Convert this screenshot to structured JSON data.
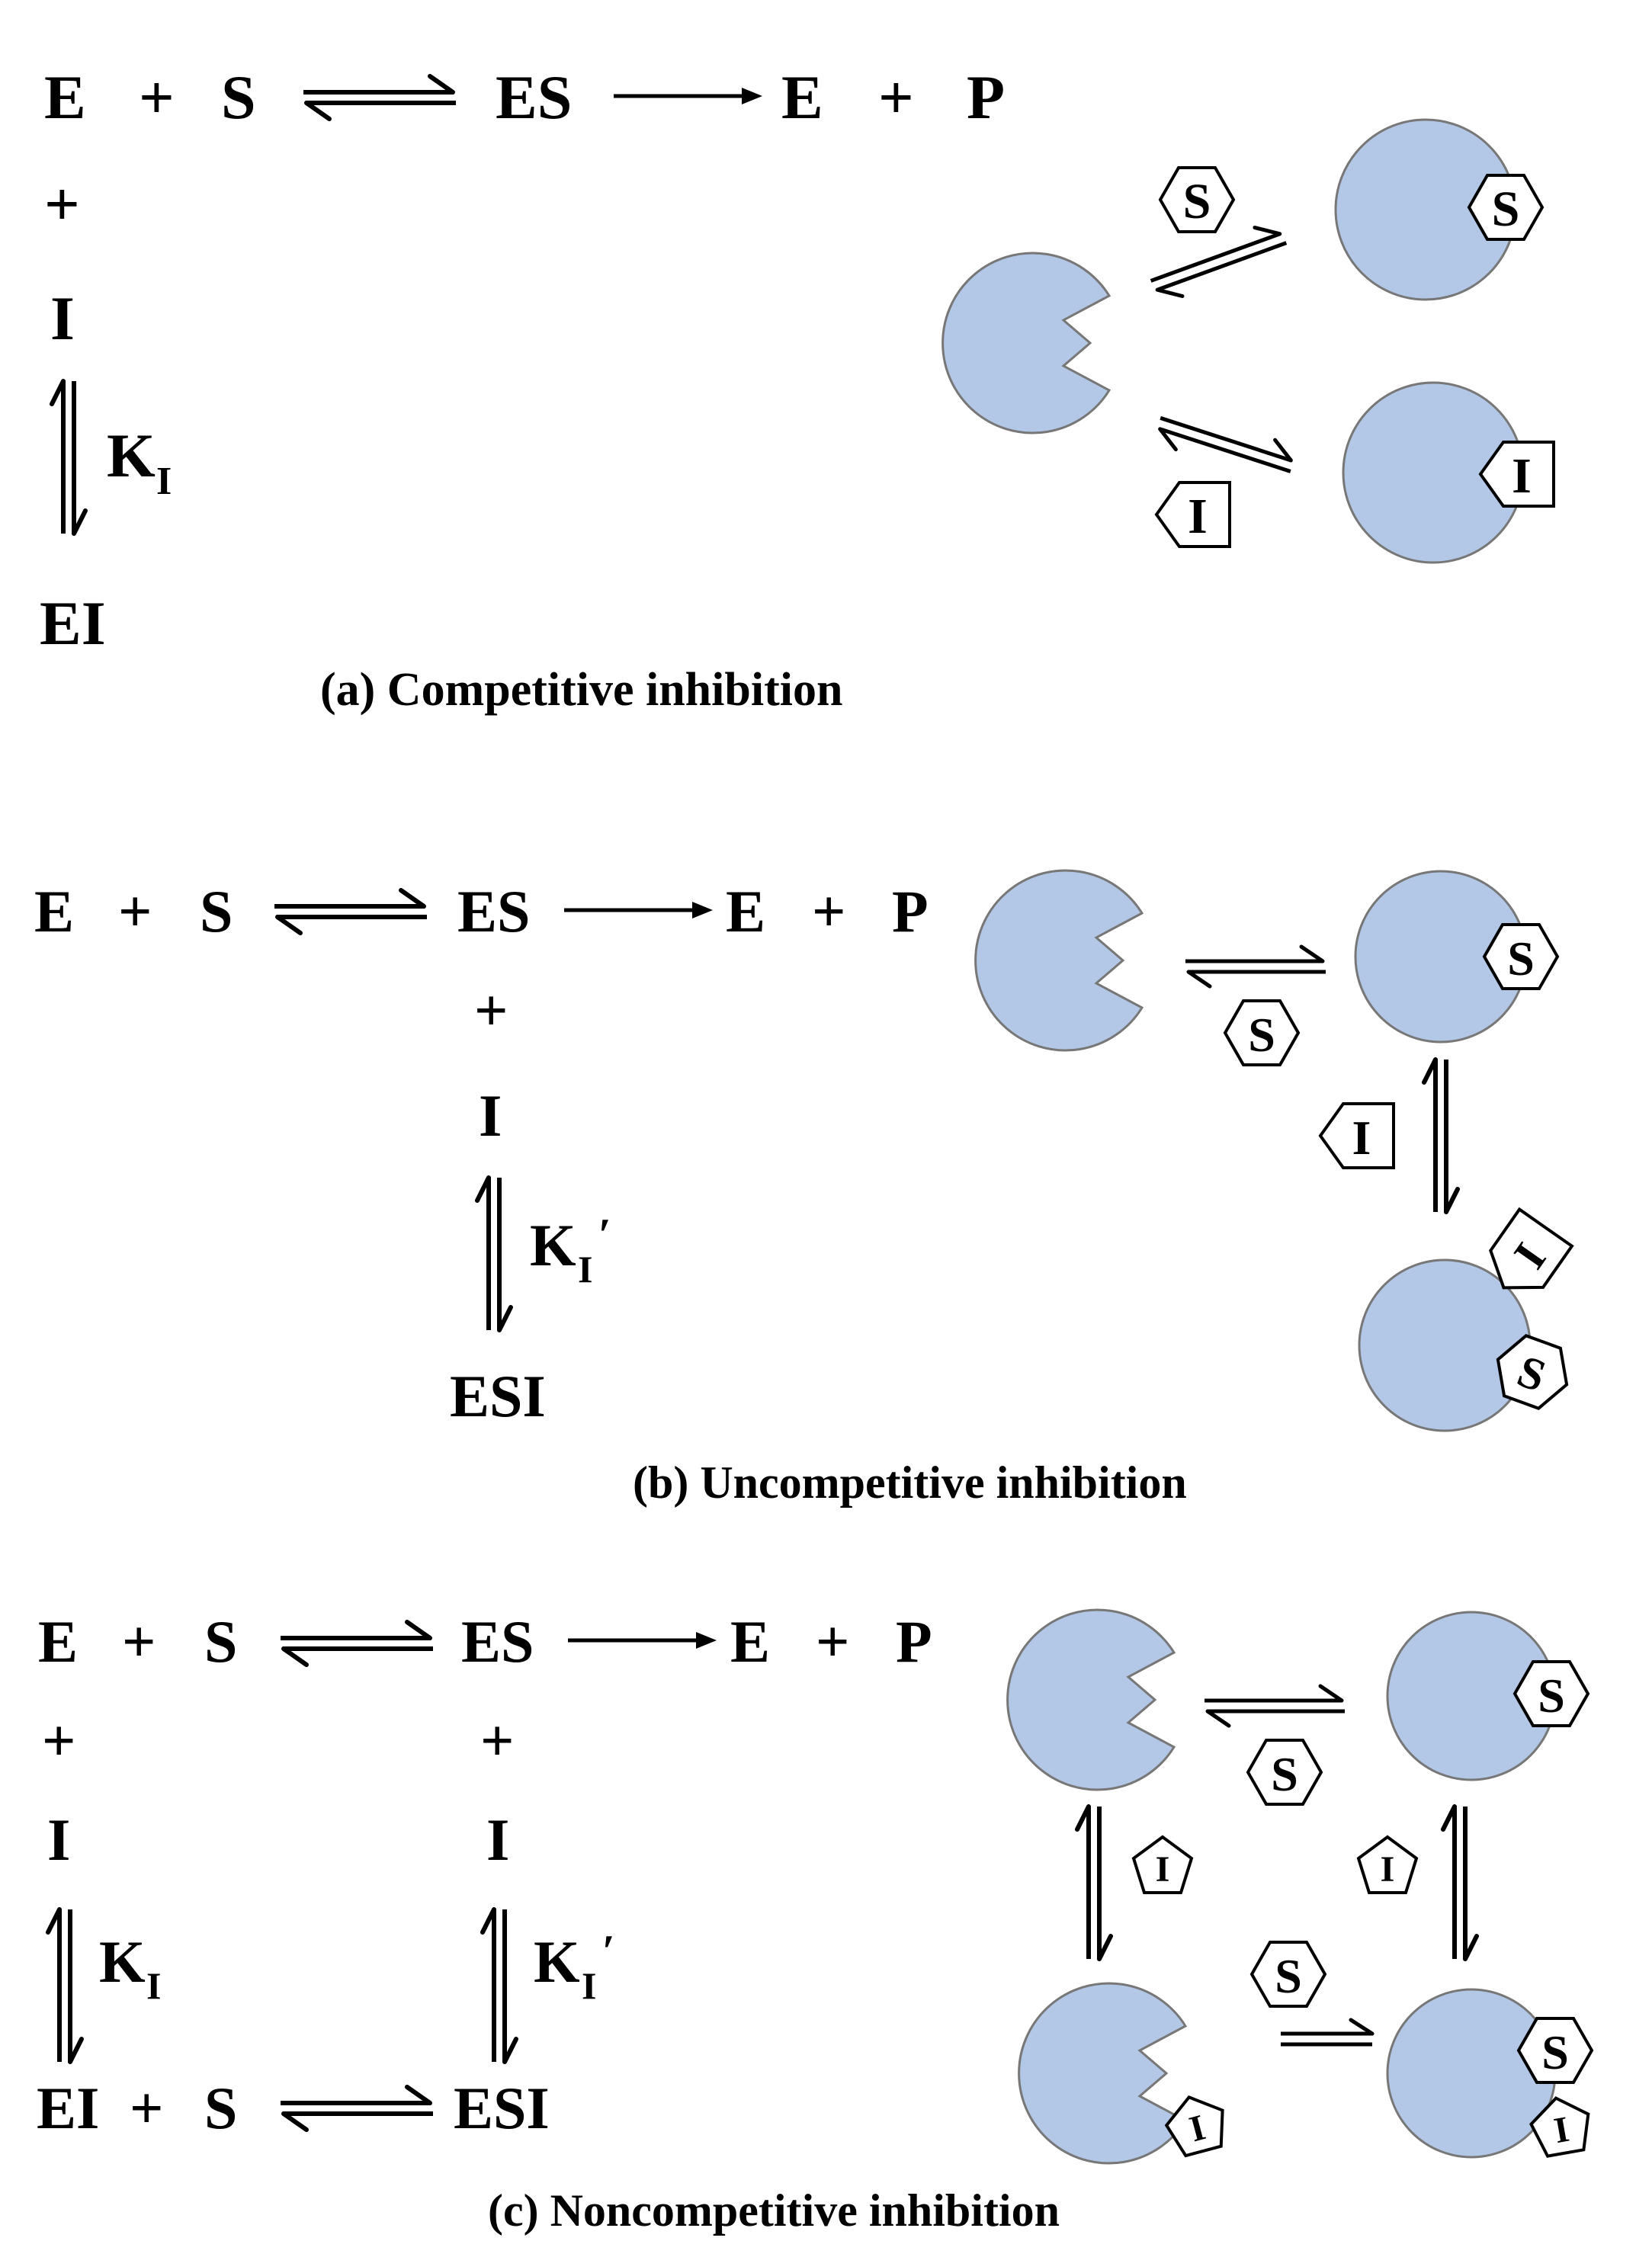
{
  "panels": {
    "a": {
      "caption": "(a) Competitive inhibition",
      "scheme": {
        "E": "E",
        "plus": "+",
        "S": "S",
        "ES": "ES",
        "E2": "E",
        "P": "P",
        "I": "I",
        "K": "K",
        "K_sub": "I",
        "EI": "EI"
      },
      "cartoon": {
        "substrate": "S",
        "inhibitor": "I"
      }
    },
    "b": {
      "caption": "(b) Uncompetitive inhibition",
      "scheme": {
        "E": "E",
        "plus": "+",
        "S": "S",
        "ES": "ES",
        "E2": "E",
        "P": "P",
        "I": "I",
        "K": "K",
        "K_sub": "I",
        "prime": "′",
        "ESI": "ESI"
      },
      "cartoon": {
        "substrate": "S",
        "inhibitor": "I"
      }
    },
    "c": {
      "caption": "(c) Noncompetitive inhibition",
      "scheme": {
        "E": "E",
        "plus": "+",
        "S": "S",
        "ES": "ES",
        "E2": "E",
        "P": "P",
        "I": "I",
        "K": "K",
        "K_sub": "I",
        "prime": "′",
        "EI": "EI",
        "ESI": "ESI"
      },
      "cartoon": {
        "substrate": "S",
        "inhibitor": "I"
      }
    }
  },
  "colors": {
    "enzyme_fill": "#b3c7e6",
    "enzyme_stroke": "#777777",
    "ink": "#000000"
  },
  "icons": {
    "substrate": "hexagon",
    "inhibitor_a_b": "pentagon-arrow",
    "inhibitor_c": "pentagon"
  }
}
